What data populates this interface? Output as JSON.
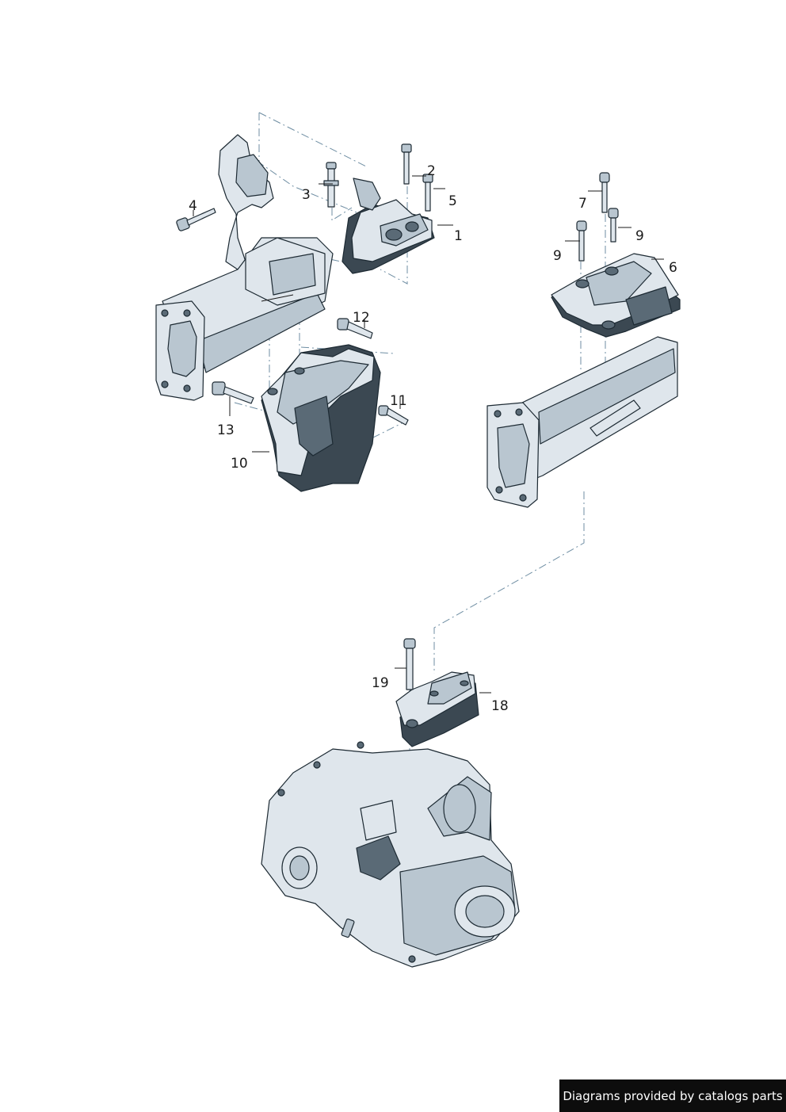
{
  "callouts": {
    "c1": "1",
    "c2": "2",
    "c3": "3",
    "c4": "4",
    "c5": "5",
    "c6": "6",
    "c7": "7",
    "c9a": "9",
    "c9b": "9",
    "c10": "10",
    "c11": "11",
    "c12": "12",
    "c13": "13",
    "c18": "18",
    "c19": "19"
  },
  "footer": {
    "credit": "Diagrams provided by catalogs parts"
  }
}
